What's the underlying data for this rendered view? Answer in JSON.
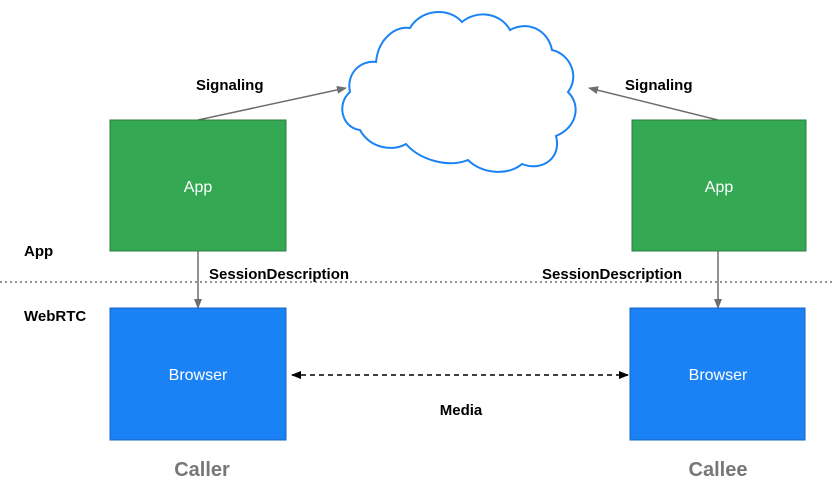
{
  "colors": {
    "app_box": "#34a853",
    "browser_box": "#1a82f5",
    "cloud_stroke": "#1a82f5",
    "arrow": "#6e6e6e",
    "divider": "#555555",
    "role_text": "#777777"
  },
  "layers": {
    "app": "App",
    "webrtc": "WebRTC"
  },
  "caller": {
    "role": "Caller",
    "app_label": "App",
    "browser_label": "Browser",
    "signaling_label": "Signaling",
    "session_label": "SessionDescription"
  },
  "callee": {
    "role": "Callee",
    "app_label": "App",
    "browser_label": "Browser",
    "signaling_label": "Signaling",
    "session_label": "SessionDescription"
  },
  "media_label": "Media",
  "icons": {
    "cloud": "signaling-cloud-icon"
  }
}
